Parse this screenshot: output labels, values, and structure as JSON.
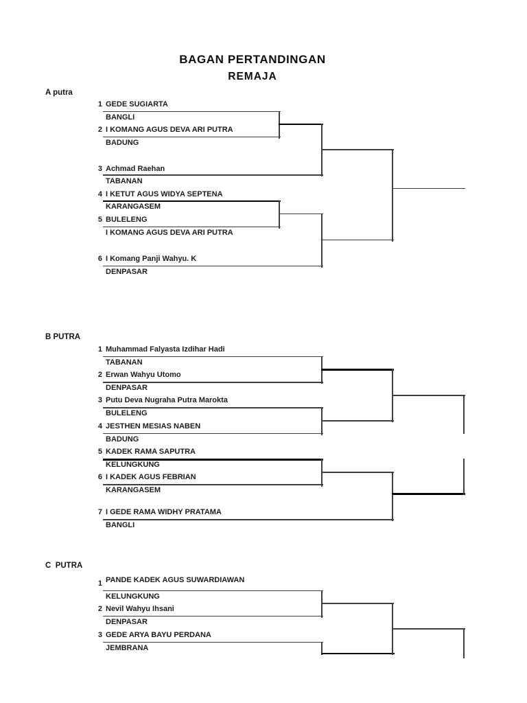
{
  "title": {
    "line1": "BAGAN PERTANDINGAN",
    "line2": "REMAJA"
  },
  "sections": [
    {
      "header": "A putra",
      "entries": [
        {
          "num": "1",
          "name": "GEDE SUGIARTA",
          "region": "BANGLI"
        },
        {
          "num": "2",
          "name": "I KOMANG AGUS DEVA ARI PUTRA",
          "region": "BADUNG"
        },
        {
          "num": "3",
          "name": "Achmad Raehan",
          "region": "TABANAN"
        },
        {
          "num": "4",
          "name": "I KETUT AGUS WIDYA SEPTENA",
          "region": "KARANGASEM"
        },
        {
          "num": "5",
          "name": "BULELENG",
          "region": "I KOMANG AGUS DEVA ARI PUTRA"
        },
        {
          "num": "6",
          "name": "I Komang Panji Wahyu. K",
          "region": "DENPASAR"
        }
      ]
    },
    {
      "header": "B PUTRA",
      "entries": [
        {
          "num": "1",
          "name": "Muhammad Falyasta Izdihar Hadi",
          "region": "TABANAN"
        },
        {
          "num": "2",
          "name": "Erwan Wahyu Utomo",
          "region": "DENPASAR"
        },
        {
          "num": "3",
          "name": "Putu Deva Nugraha Putra Marokta",
          "region": "BULELENG"
        },
        {
          "num": "4",
          "name": "JESTHEN MESIAS NABEN",
          "region": "BADUNG"
        },
        {
          "num": "5",
          "name": "KADEK RAMA SAPUTRA",
          "region": "KELUNGKUNG"
        },
        {
          "num": "6",
          "name": "I KADEK AGUS FEBRIAN",
          "region": "KARANGASEM"
        },
        {
          "num": "7",
          "name": "I GEDE RAMA WIDHY PRATAMA",
          "region": "BANGLI"
        }
      ]
    },
    {
      "header": "C  PUTRA",
      "entries": [
        {
          "num": "1",
          "name": "PANDE KADEK AGUS SUWARDIAWAN",
          "region": "KELUNGKUNG"
        },
        {
          "num": "2",
          "name": "Nevil Wahyu Ihsani",
          "region": "DENPASAR"
        },
        {
          "num": "3",
          "name": "GEDE ARYA BAYU PERDANA",
          "region": "JEMBRANA"
        }
      ]
    }
  ],
  "colors": {
    "background": "#ffffff",
    "text": "#1c1c1c",
    "line": "#3e3e3e",
    "line_bold": "#000000"
  }
}
